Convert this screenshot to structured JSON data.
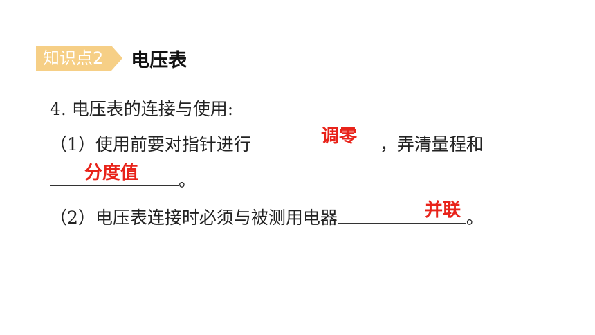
{
  "section": {
    "badge": "知识点2",
    "title": "电压表"
  },
  "question": {
    "stem": "4.  电压表的连接与使用:",
    "part1_prefix": "（1）使用前要对指针进行",
    "part1_mid": "，弄清量程和",
    "part1_end": "。",
    "part2_prefix": "（2）电压表连接时必须与被测用电器",
    "part2_end": "。"
  },
  "answers": {
    "a1": "调零",
    "a2": "分度值",
    "a3": "并联"
  },
  "colors": {
    "badge_bg": "#f6cf86",
    "answer": "#e8231a"
  }
}
